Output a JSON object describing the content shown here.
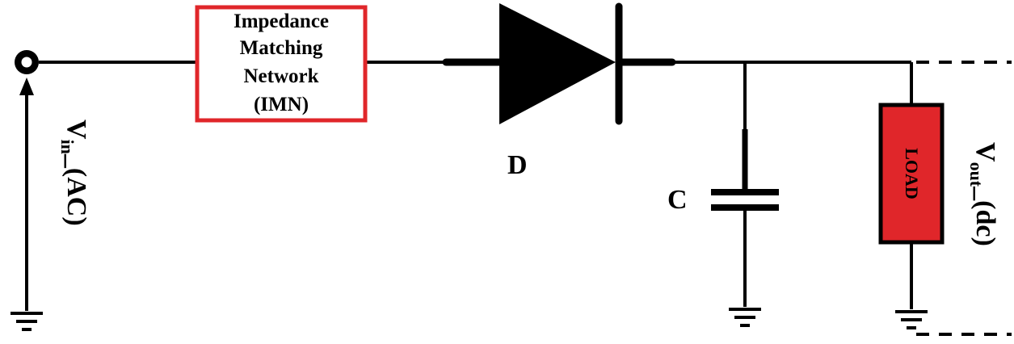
{
  "diagram": {
    "imn": {
      "lines": [
        "Impedance",
        "Matching",
        "Network",
        "(IMN)"
      ],
      "border_color": "#e0262a"
    },
    "diode": {
      "label": "D"
    },
    "capacitor": {
      "label": "C"
    },
    "load": {
      "label": "LOAD",
      "fill_color": "#e0262a"
    },
    "vin": {
      "main": "V",
      "sub": "in",
      "rest": "_(AC)"
    },
    "vout": {
      "main": "V",
      "sub": "out",
      "rest": "_(dc)"
    }
  }
}
